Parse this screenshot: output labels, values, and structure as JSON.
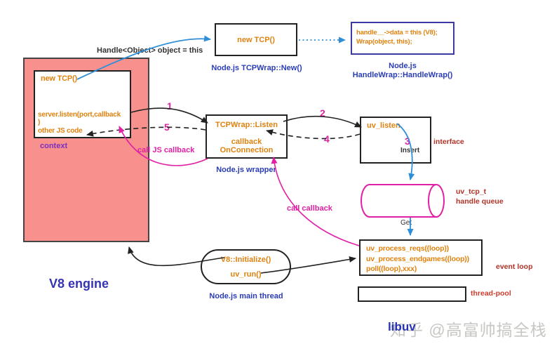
{
  "colors": {
    "code_text": "#df820f",
    "caption_blue": "#2a3cb8",
    "magenta": "#e121a5",
    "dark_red": "#b03226",
    "thread_pool_red": "#cf3b2e",
    "context_purple": "#7b2fbe",
    "pink_fill": "#f8918e",
    "arrow_blue": "#2e8fd8",
    "v8_engine_blue": "#3434b4",
    "watermark_gray": "#c8c7c3"
  },
  "top_flow": {
    "handle_object_note": "Handle<Object> object = this",
    "new_tcp_box_label": "new TCP()",
    "new_tcp_caption": "Node.js TCPWrap::New()",
    "handlewrap_line1": "handle__->data = this (V8);",
    "handlewrap_line2": "Wrap(object, this);",
    "handlewrap_caption1": "Node.js",
    "handlewrap_caption2": "HandleWrap::HandleWrap()"
  },
  "context": {
    "line1": "new TCP()",
    "line2": "server.listen(port,callback",
    "line3": ")",
    "line4": "other JS code",
    "caption": "context",
    "engine": "V8 engine"
  },
  "wrapper": {
    "title": "TCPWrap::Listen",
    "line2": "callback",
    "line3": "OnConnection",
    "caption": "Node.js wrapper"
  },
  "uv": {
    "listen_label": "uv_listen",
    "interface_caption": "interface",
    "insert_label": "Insert",
    "get_label": "Get",
    "queue_label1": "uv_tcp_t",
    "queue_label2": "handle queue"
  },
  "event_loop": {
    "line1": "uv_process_reqs((loop))",
    "line2": "uv_process_endgames((loop))",
    "line3": "poll((loop),xxx)",
    "caption": "event loop"
  },
  "thread_pool_caption": "thread-pool",
  "main_thread": {
    "line1": "V8::Initialize()",
    "line2": "uv_run()",
    "caption": "Node.js main thread"
  },
  "steps": {
    "one": "1",
    "two": "2",
    "three": "3",
    "four": "4",
    "five": "5"
  },
  "notes": {
    "call_js_callback": "call JS callback",
    "call_callback": "call callback",
    "libuv": "libuv"
  },
  "watermark": "知乎 @高富帅搞全栈"
}
